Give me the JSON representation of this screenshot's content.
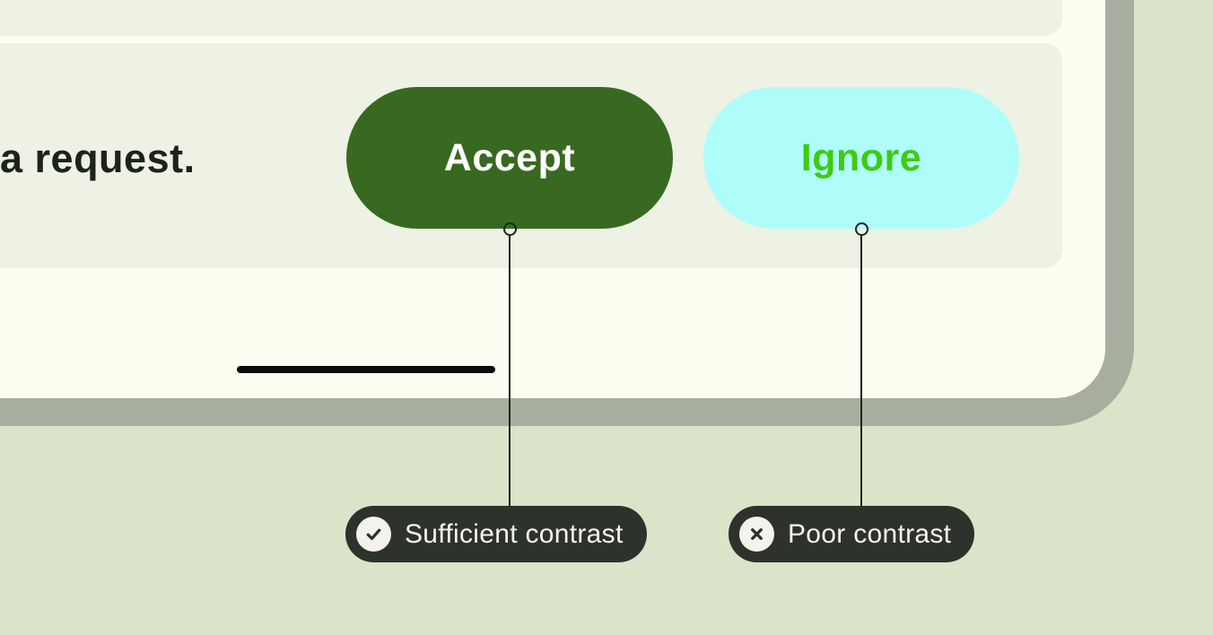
{
  "page": {
    "background_color": "#d9e4c9"
  },
  "device_mockup": {
    "card_color": "#fdfdf2",
    "frame_color": "#a8ae9f",
    "panel_color": "#edf2e4",
    "message": "a request.",
    "accept_button": {
      "label": "Accept",
      "background": "#386920",
      "text_color": "#ffffff"
    },
    "ignore_button": {
      "label": "Ignore",
      "background": "#aefdfb",
      "text_color": "#3ecb10"
    },
    "home_indicator_color": "#0b0c0a"
  },
  "annotations": {
    "chip_background": "#2e322c",
    "chip_text_color": "#f6f5ef",
    "icon_circle_color": "#f3f2ec",
    "connector_color": "#20231e",
    "sufficient": {
      "icon": "check-icon",
      "label": "Sufficient contrast"
    },
    "poor": {
      "icon": "x-icon",
      "label": "Poor contrast"
    }
  }
}
